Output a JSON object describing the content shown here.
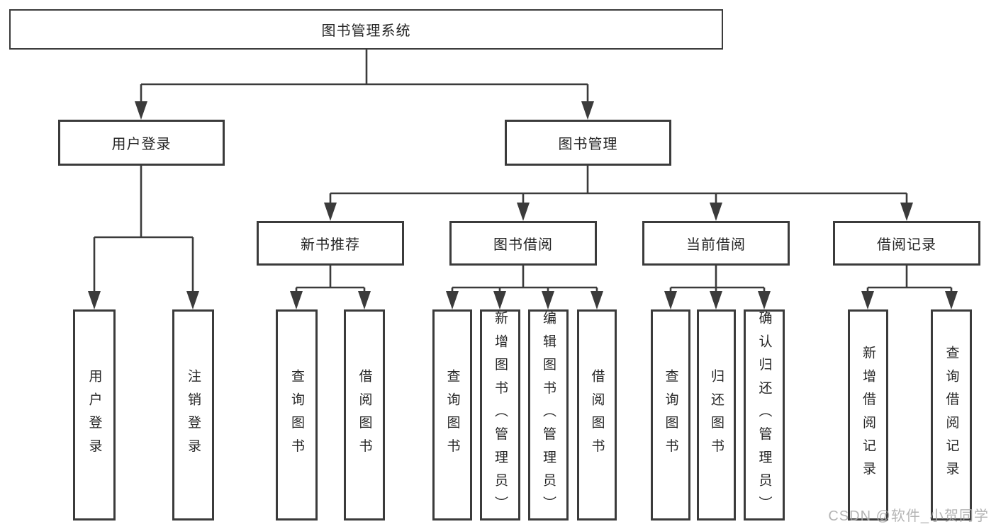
{
  "diagram": {
    "type": "hierarchy-tree",
    "root": {
      "label": "图书管理系统"
    },
    "branches": [
      {
        "label": "用户登录",
        "children": [
          {
            "label": "用户登录"
          },
          {
            "label": "注销登录"
          }
        ]
      },
      {
        "label": "图书管理",
        "children": [
          {
            "label": "新书推荐",
            "children": [
              {
                "label": "查询图书"
              },
              {
                "label": "借阅图书"
              }
            ]
          },
          {
            "label": "图书借阅",
            "children": [
              {
                "label": "查询图书"
              },
              {
                "label": "新增图书（管理员）"
              },
              {
                "label": "编辑图书（管理员）"
              },
              {
                "label": "借阅图书"
              }
            ]
          },
          {
            "label": "当前借阅",
            "children": [
              {
                "label": "查询图书"
              },
              {
                "label": "归还图书"
              },
              {
                "label": "确认归还（管理员）"
              }
            ]
          },
          {
            "label": "借阅记录",
            "children": [
              {
                "label": "新增借阅记录"
              },
              {
                "label": "查询借阅记录"
              }
            ]
          }
        ]
      }
    ]
  },
  "watermark": {
    "text": "CSDN @软件_小贺同学"
  },
  "colors": {
    "line": "#3b3b3b",
    "box_border": "#3b3b3b",
    "box_background": "#ffffff",
    "text": "#262626",
    "watermark_text": "#a8a8a8",
    "background": "#ffffff"
  }
}
